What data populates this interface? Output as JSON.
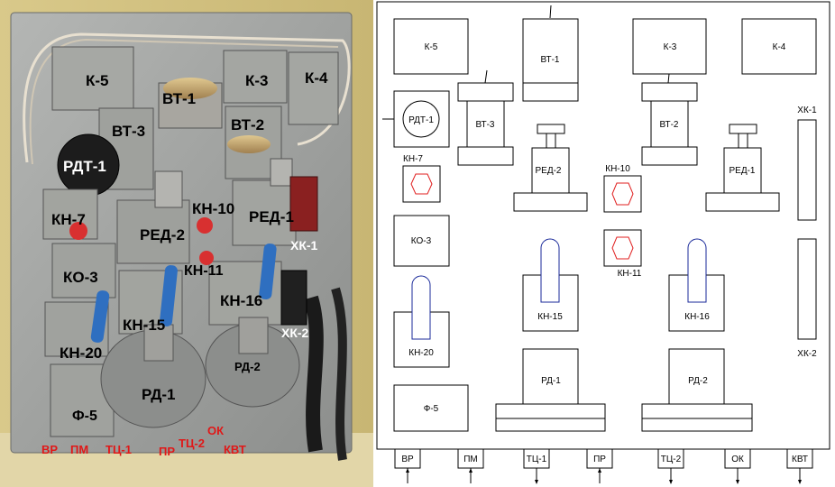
{
  "photo": {
    "labels": {
      "k5": "К-5",
      "vt1": "ВТ-1",
      "k3": "К-3",
      "k4": "К-4",
      "vt3": "ВТ-3",
      "vt2": "ВТ-2",
      "rdt1": "РДТ-1",
      "kn7": "КН-7",
      "kn10": "КН-10",
      "red1": "РЕД-1",
      "red2": "РЕД-2",
      "xk1": "ХК-1",
      "ko3": "КО-3",
      "kn11": "КН-11",
      "kn16": "КН-16",
      "kn15": "КН-15",
      "xk2": "ХК-2",
      "kn20": "КН-20",
      "rd2": "РД-2",
      "rd1": "РД-1",
      "f5": "Ф-5",
      "ok": "ОК",
      "vr": "ВР",
      "pm": "ПМ",
      "tc1": "ТЦ-1",
      "pr": "ПР",
      "tc2": "ТЦ-2",
      "kvt": "КВТ"
    }
  },
  "scheme": {
    "labels": {
      "k5": "К-5",
      "vt1": "ВТ-1",
      "k3": "К-3",
      "k4": "К-4",
      "rdt1": "РДТ-1",
      "vt3": "ВТ-3",
      "vt2": "ВТ-2",
      "xk1": "ХК-1",
      "kn7": "КН-7",
      "red2": "РЕД-2",
      "kn10": "КН-10",
      "red1": "РЕД-1",
      "ko3": "КО-3",
      "kn11": "КН-11",
      "kn15": "КН-15",
      "kn16": "КН-16",
      "kn20": "КН-20",
      "xk2": "ХК-2",
      "rd1": "РД-1",
      "rd2": "РД-2",
      "f5": "Ф-5"
    },
    "ports": [
      "ВР",
      "ПМ",
      "ТЦ-1",
      "ПР",
      "ТЦ-2",
      "ОК",
      "КВТ"
    ]
  },
  "colors": {
    "photo_panel": "#9a9c9a",
    "valve_handle": "#2f6fc0",
    "valve_red": "#d83030",
    "hex_red": "#e02020",
    "dome_blue": "#1a2a9a",
    "port_label_red": "#e01818"
  }
}
